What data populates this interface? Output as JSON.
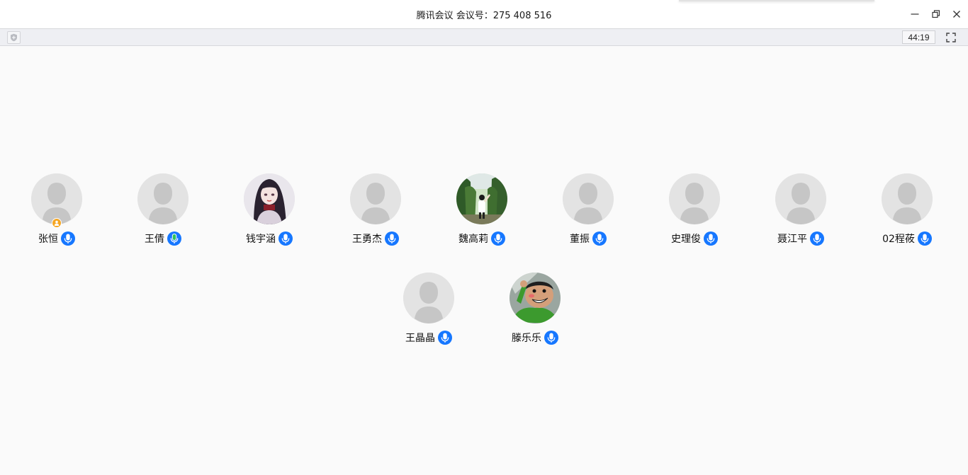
{
  "window": {
    "title": "腾讯会议 会议号：275 408 516",
    "controls": {
      "minimize": "minimize-icon",
      "restore": "restore-icon",
      "close": "close-icon"
    }
  },
  "toolbar": {
    "security_icon": "shield-icon",
    "timer": "44:19",
    "fullscreen_icon": "fullscreen-icon"
  },
  "colors": {
    "mic_blue": "#1677ff",
    "mic_speaking": "#2fc25b",
    "host_badge": "#f5a623",
    "avatar_placeholder": "#e3e3e3",
    "silhouette": "#c6c6c6"
  },
  "participants": [
    {
      "name": "张恒",
      "avatar": "default",
      "host": true,
      "mic": "on"
    },
    {
      "name": "王倩",
      "avatar": "default",
      "host": false,
      "mic": "speaking"
    },
    {
      "name": "钱宇涵",
      "avatar": "photo-girl",
      "host": false,
      "mic": "on"
    },
    {
      "name": "王勇杰",
      "avatar": "default",
      "host": false,
      "mic": "on"
    },
    {
      "name": "魏高莉",
      "avatar": "photo-trees",
      "host": false,
      "mic": "on"
    },
    {
      "name": "董振",
      "avatar": "default",
      "host": false,
      "mic": "on"
    },
    {
      "name": "史理俊",
      "avatar": "default",
      "host": false,
      "mic": "on"
    },
    {
      "name": "聂江平",
      "avatar": "default",
      "host": false,
      "mic": "on"
    },
    {
      "name": "02程莜",
      "avatar": "default",
      "host": false,
      "mic": "on"
    },
    {
      "name": "王晶晶",
      "avatar": "default",
      "host": false,
      "mic": "on"
    },
    {
      "name": "滕乐乐",
      "avatar": "photo-cartoon",
      "host": false,
      "mic": "on"
    }
  ]
}
